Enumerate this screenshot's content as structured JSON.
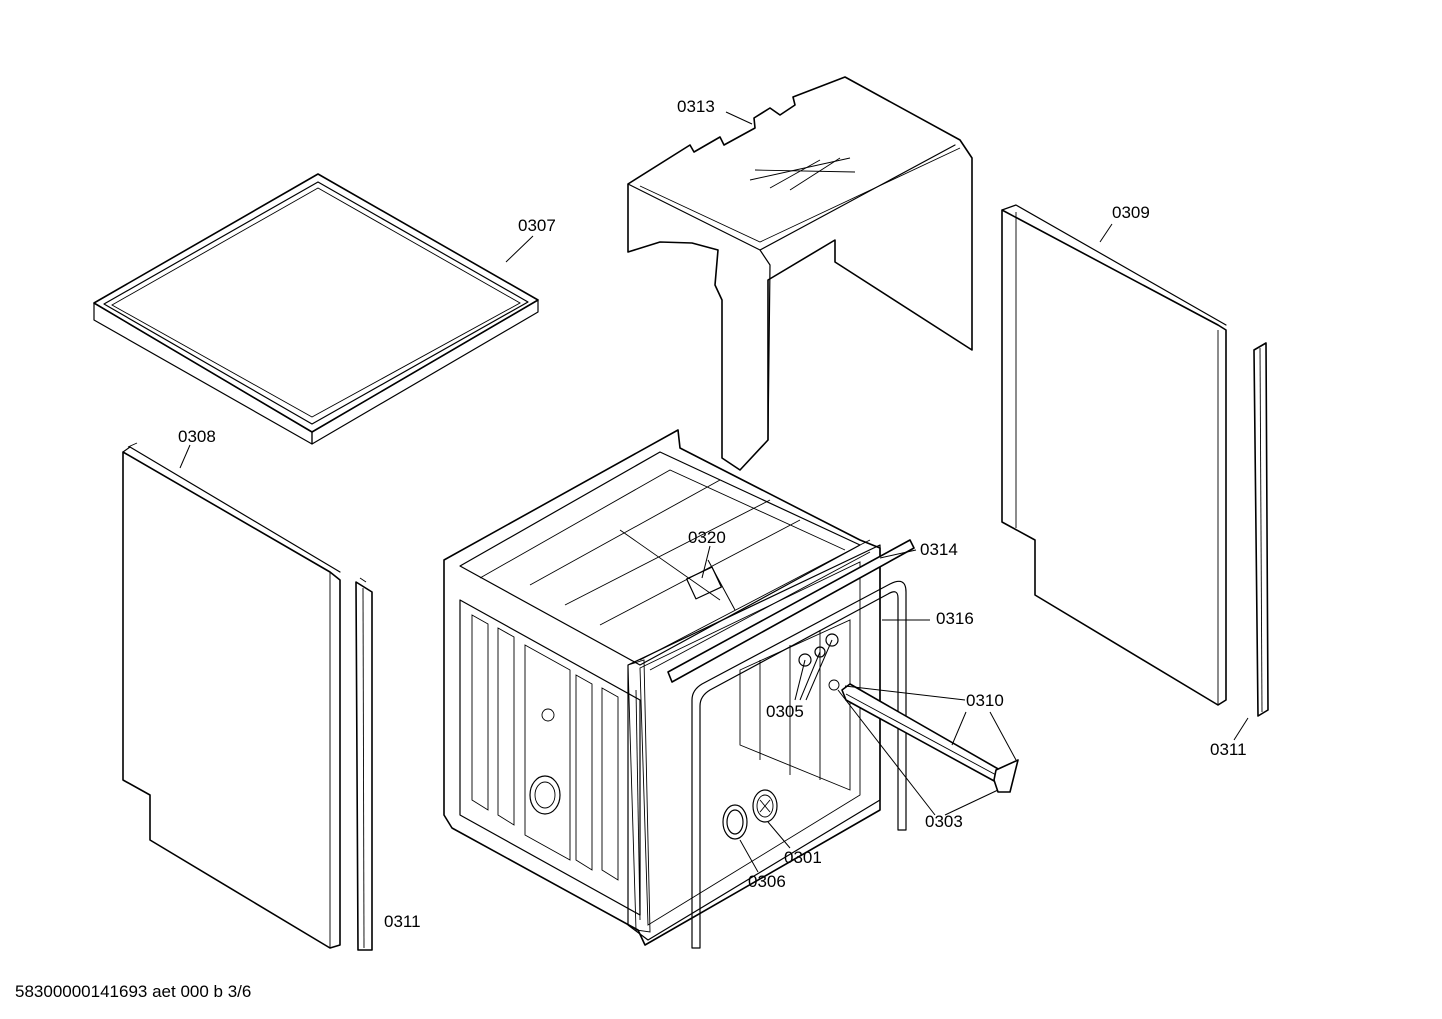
{
  "labels": {
    "p0301": "0301",
    "p0303": "0303",
    "p0305": "0305",
    "p0306": "0306",
    "p0307": "0307",
    "p0308": "0308",
    "p0309": "0309",
    "p0310": "0310",
    "p0311_left": "0311",
    "p0311_right": "0311",
    "p0313": "0313",
    "p0314": "0314",
    "p0316": "0316",
    "p0320": "0320"
  },
  "footer": {
    "code": "58300000141693 aet 000 b 3/6"
  }
}
